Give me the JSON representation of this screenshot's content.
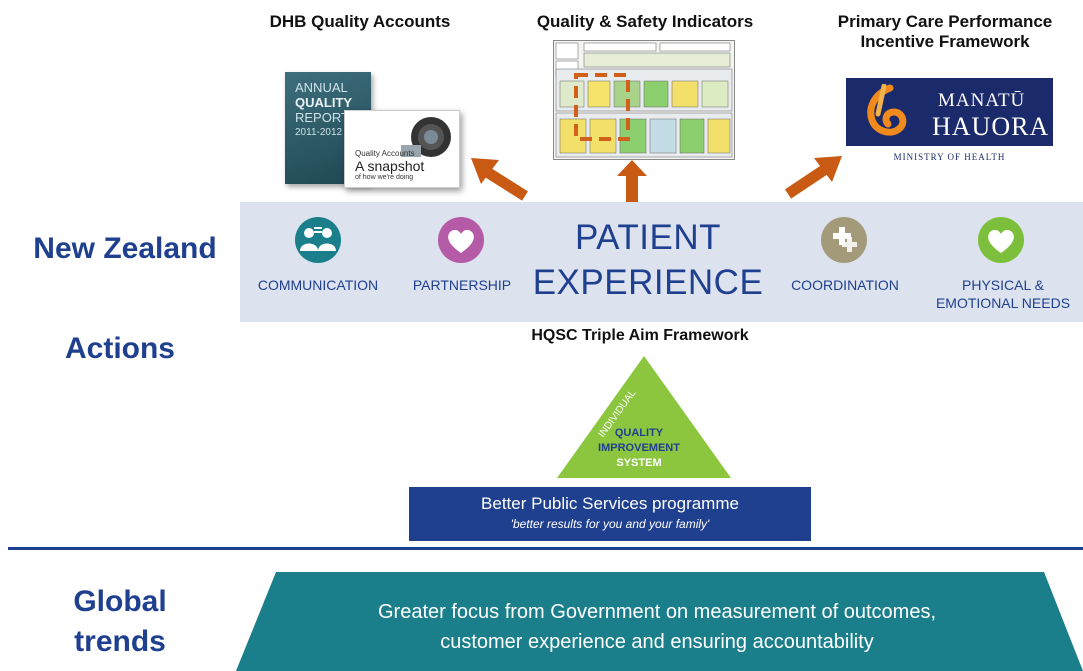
{
  "headers": {
    "dhb": "DHB Quality Accounts",
    "indicators": "Quality & Safety Indicators",
    "primary_care": [
      "Primary Care Performance",
      "Incentive Framework"
    ]
  },
  "dhb_reports": {
    "annual_lines": [
      "ANNUAL",
      "QUALITY",
      "REPORT",
      "2011-2012"
    ],
    "quality_accounts_line1": "Quality Accounts",
    "quality_accounts_line2": "A snapshot",
    "quality_accounts_line3": "of how we're doing"
  },
  "moh_logo": {
    "line1": "MANATŪ",
    "line2": "HAUORA",
    "subtitle": "MINISTRY OF HEALTH"
  },
  "side_labels": {
    "nz": "New Zealand",
    "actions": "Actions",
    "global": [
      "Global",
      "trends"
    ]
  },
  "band": {
    "communication": "COMMUNICATION",
    "partnership": "PARTNERSHIP",
    "patient": [
      "PATIENT",
      "EXPERIENCE"
    ],
    "coordination": "COORDINATION",
    "physical": [
      "PHYSICAL &",
      "EMOTIONAL NEEDS"
    ]
  },
  "triple_aim": {
    "title": "HQSC Triple Aim Framework",
    "individual": "INDIVIDUAL",
    "lines": [
      "QUALITY",
      "IMPROVEMENT",
      "SYSTEM"
    ]
  },
  "bps": {
    "title": "Better Public Services programme",
    "subtitle": "'better results for you and your family'"
  },
  "global_trends": {
    "lines": [
      "Greater focus from Government on measurement of outcomes,",
      "customer experience and ensuring accountability"
    ]
  },
  "colors": {
    "brand_blue": "#1f3f8f",
    "band_bg": "#dde3ee",
    "arrow_orange": "#c85a14",
    "teal": "#1a7f8a",
    "triangle_green": "#8cc63f"
  }
}
